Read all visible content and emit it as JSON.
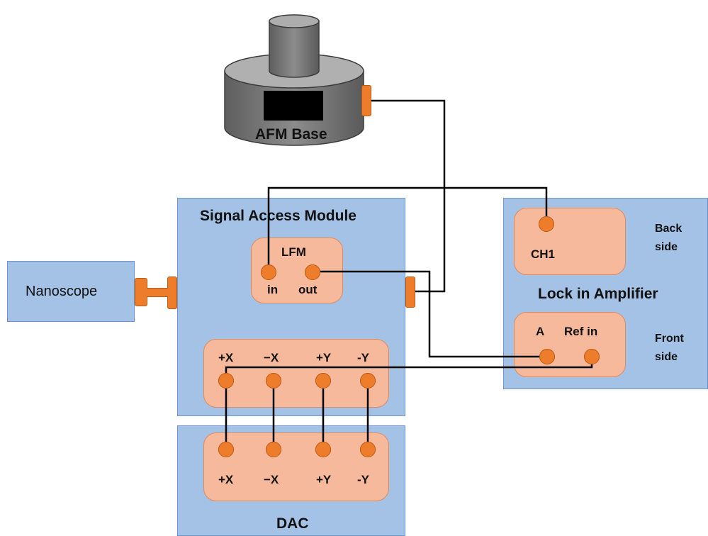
{
  "afm_base": {
    "label": "AFM Base"
  },
  "nanoscope": {
    "label": "Nanoscope"
  },
  "signal_access_module": {
    "title": "Signal Access Module",
    "lfm": {
      "title": "LFM",
      "in_label": "in",
      "out_label": "out"
    },
    "ports": [
      "+X",
      "−X",
      "+Y",
      "-Y"
    ]
  },
  "dac": {
    "title": "DAC",
    "ports": [
      "+X",
      "−X",
      "+Y",
      "-Y"
    ]
  },
  "lock_in_amplifier": {
    "title": "Lock in Amplifier",
    "back": {
      "port": "CH1",
      "side_label": "Back\nside"
    },
    "front": {
      "port_a": "A",
      "port_ref": "Ref in",
      "side_label": "Front\nside"
    }
  },
  "colors": {
    "module_fill": "#a4c2e6",
    "panel_fill": "#f7b99c",
    "connector": "#ee7d2b",
    "wire": "#000000"
  }
}
